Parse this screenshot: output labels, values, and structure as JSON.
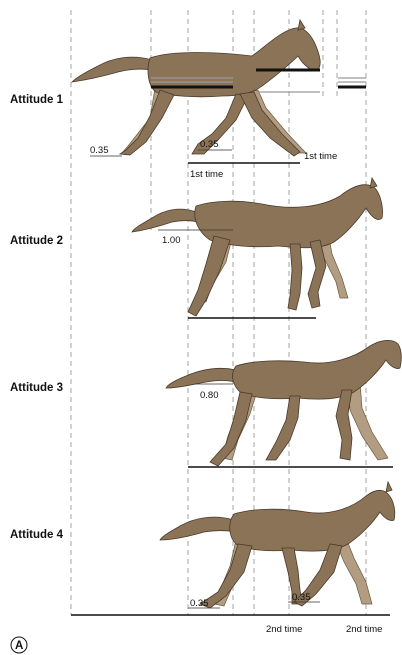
{
  "figure": {
    "panel_letter": "A",
    "attitudes": [
      {
        "label": "Attitude 1",
        "values": [
          "0.35",
          "0.35"
        ],
        "times": [
          "1st time",
          "1st time"
        ]
      },
      {
        "label": "Attitude 2",
        "values": [
          "1.00"
        ],
        "times": []
      },
      {
        "label": "Attitude 3",
        "values": [
          "0.80"
        ],
        "times": []
      },
      {
        "label": "Attitude 4",
        "values": [
          "0.35",
          "0.35"
        ],
        "times": [
          "2nd time",
          "2nd time"
        ]
      }
    ]
  },
  "colors": {
    "horse": "#8b7357",
    "horse_far_legs": "#b29d82",
    "guide_lines": "#9a9a9a",
    "ground": "#111111"
  }
}
